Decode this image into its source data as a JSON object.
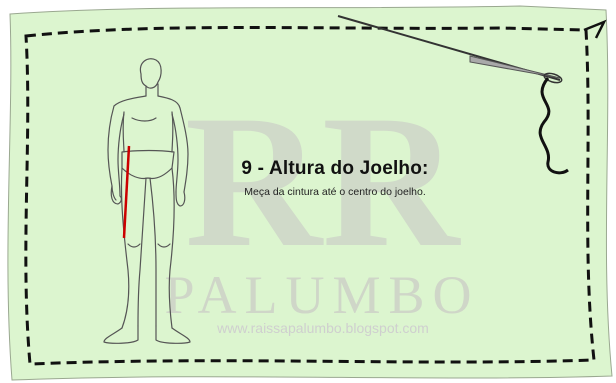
{
  "heading": "9 - Altura do Joelho:",
  "instruction": "Meça da cintura até o centro do joelho.",
  "watermark": {
    "monogram": "RR",
    "name": "PALUMBO",
    "url": "www.raissapalumbo.blogspot.com"
  },
  "colors": {
    "fabric": "#dcf5cf",
    "stitch": "#111111",
    "measure_line": "#cc0000",
    "watermark": "#cfd6c8"
  }
}
